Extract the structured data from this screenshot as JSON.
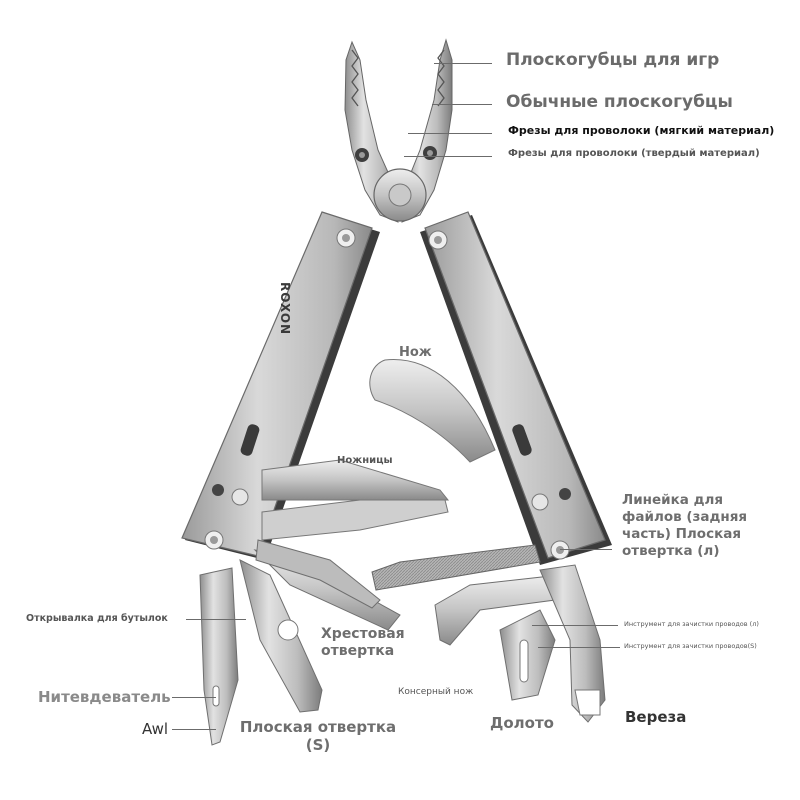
{
  "brand": "ROXON",
  "labels": {
    "pliers_games": "Плоскогубцы для игр",
    "pliers_regular": "Обычные плоскогубцы",
    "wire_cutter_soft": "Фрезы для проволоки (мягкий материал)",
    "wire_cutter_hard": "Фрезы для проволоки (твердый материал)",
    "knife": "Нож",
    "scissors": "Ножницы",
    "file_ruler": "Линейка для файлов (задняя часть) Плоская отвертка (л)",
    "bottle_opener": "Открывалка для бутылок",
    "phillips": "Хрестовая отвертка",
    "threader": "Нитевдеватель",
    "awl": "Awl",
    "flat_screwdriver_s": "Плоская отвертка (S)",
    "can_opener": "Консерный нож",
    "chisel": "Долото",
    "hook_cutter": "Вереза",
    "wire_stripper_l": "Инструмент для зачистки проводов (л)",
    "wire_stripper_s": "Инструмент для зачистки проводов(S)"
  },
  "colors": {
    "steel_light": "#d4d4d4",
    "steel_mid": "#a9a9a9",
    "steel_dark": "#6f6f6f",
    "handle_dark": "#3a3a3a",
    "label_gray": "#6b6b6b"
  }
}
